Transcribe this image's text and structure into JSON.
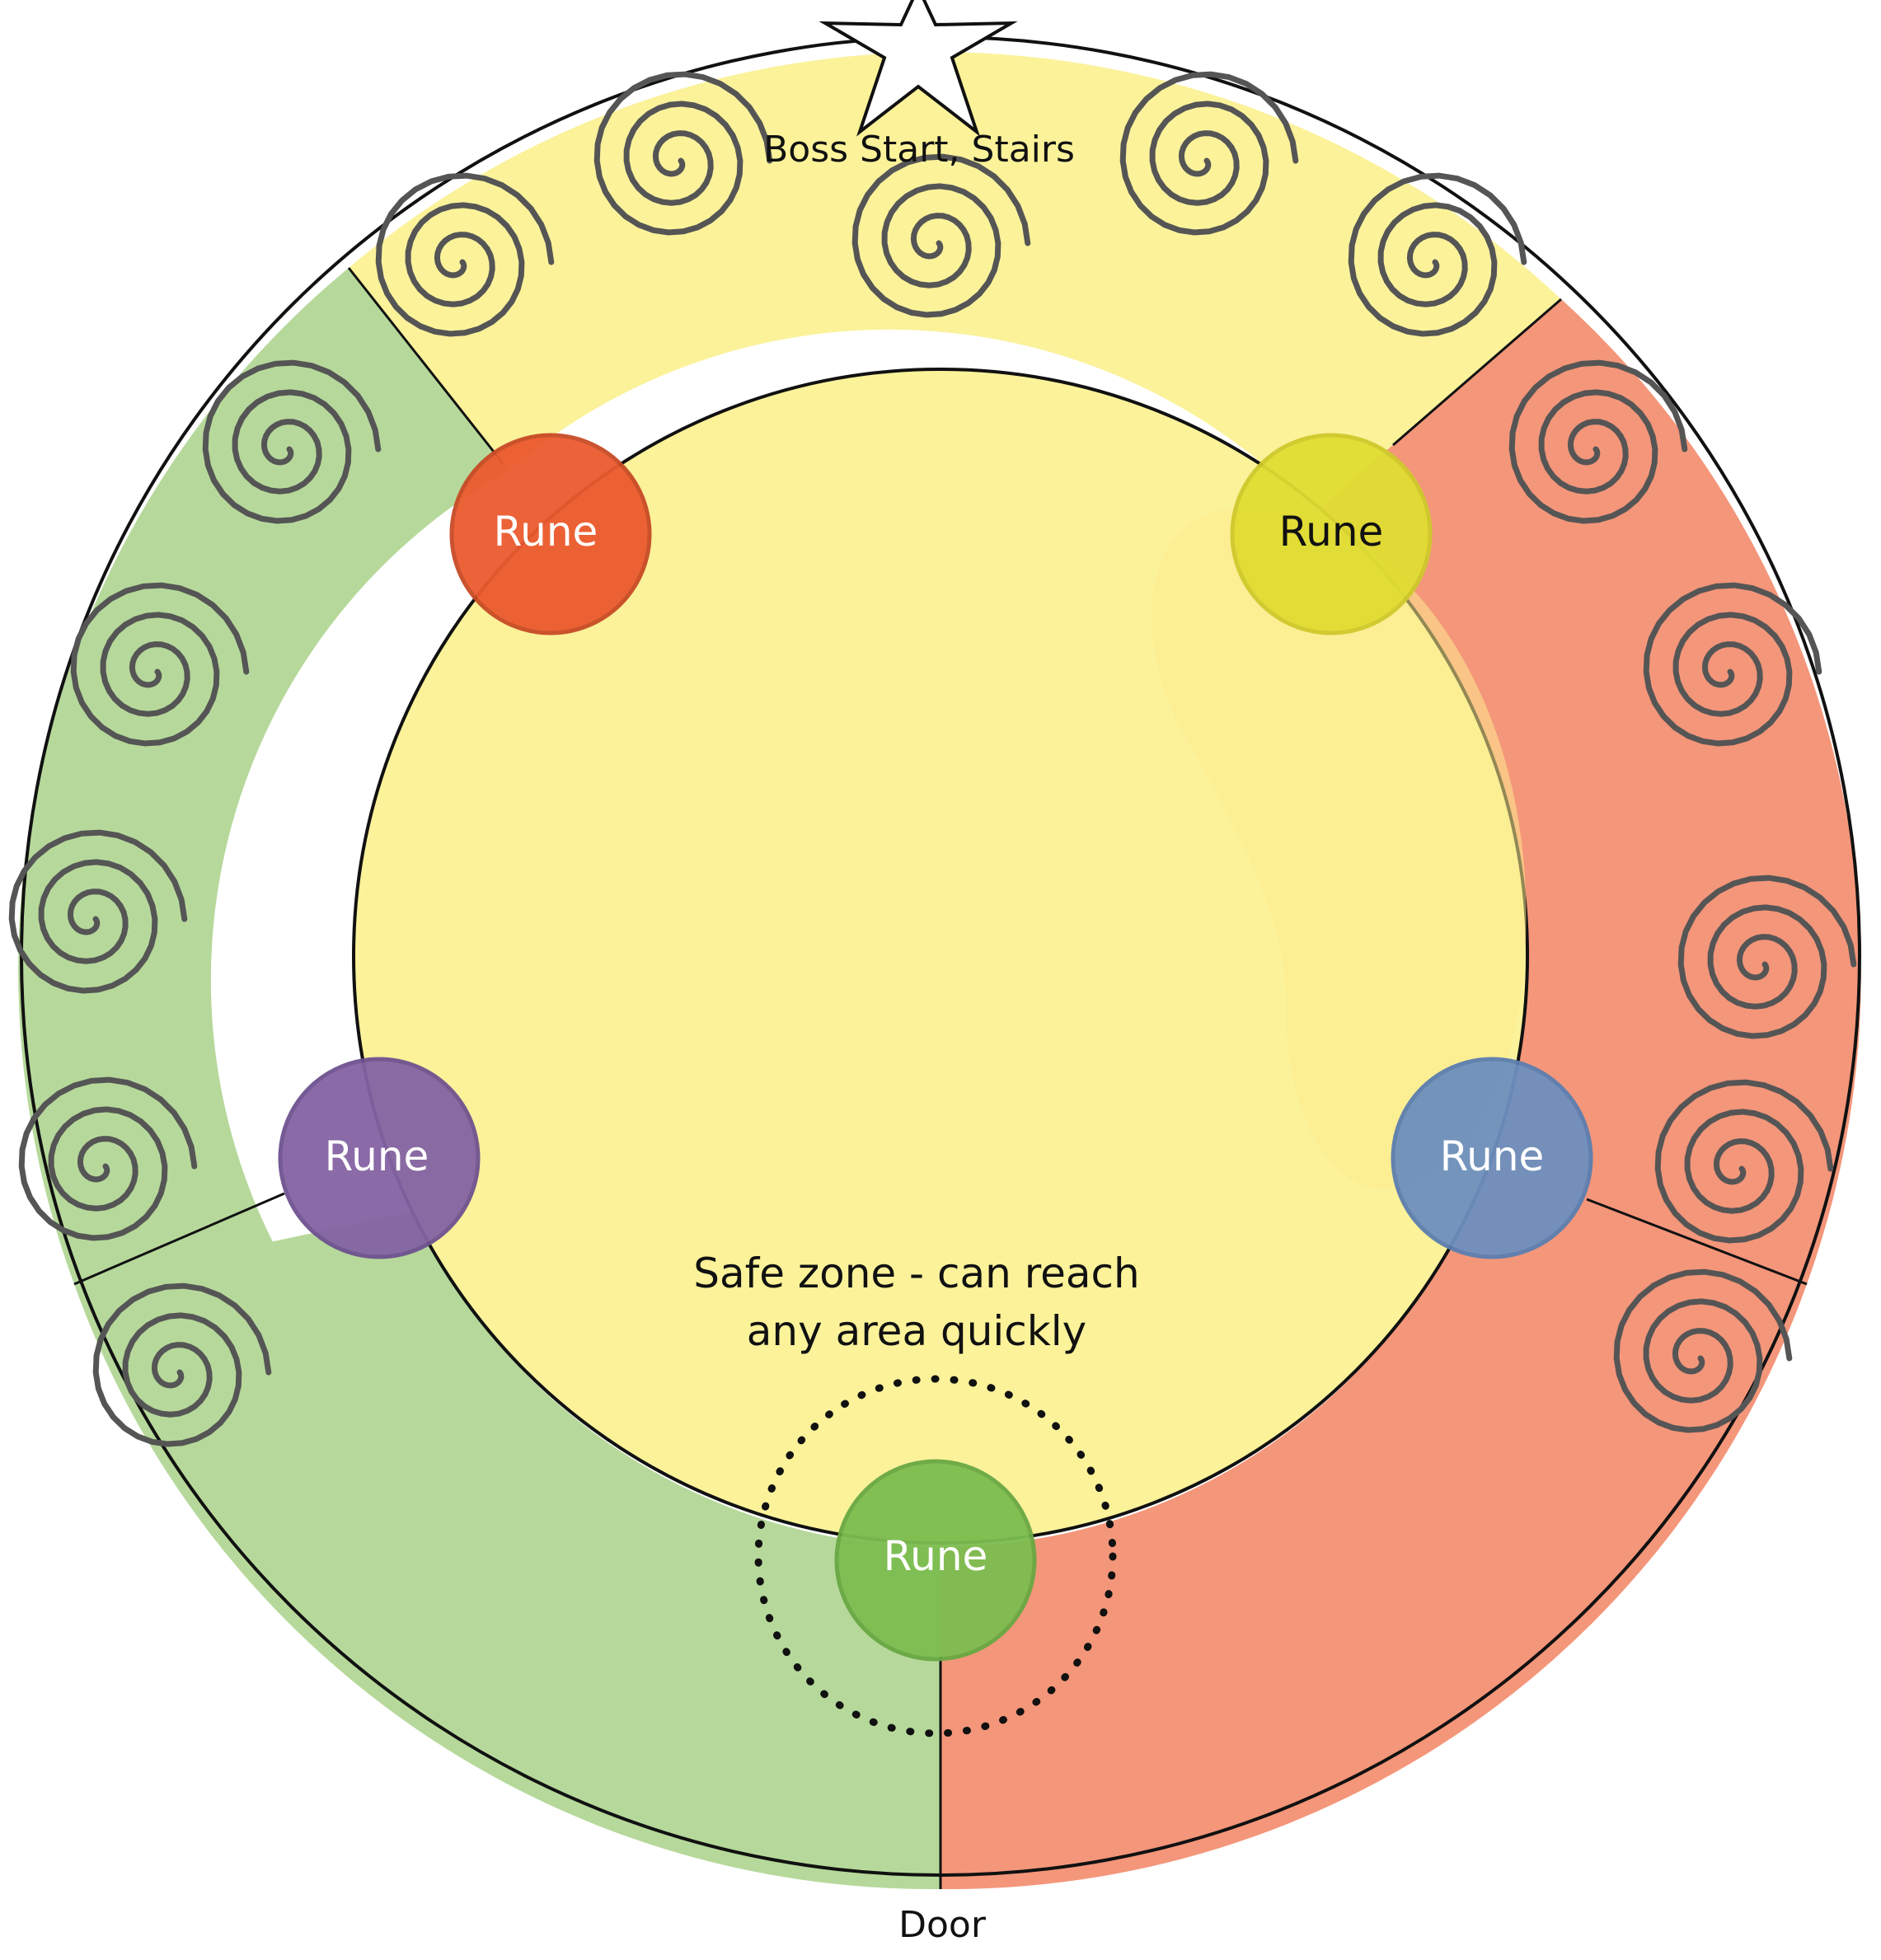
{
  "labels": {
    "boss_start": "Boss Start, Stairs",
    "safe_zone_line1": "Safe zone - can reach",
    "safe_zone_line2": "any area quickly",
    "door": "Door"
  },
  "runes": [
    {
      "label": "Rune",
      "color": "#ec5a2f",
      "text_color": "#ffffff"
    },
    {
      "label": "Rune",
      "color": "#e0dd32",
      "text_color": "#111111"
    },
    {
      "label": "Rune",
      "color": "#8463a3",
      "text_color": "#ffffff"
    },
    {
      "label": "Rune",
      "color": "#6d8fbe",
      "text_color": "#ffffff"
    },
    {
      "label": "Rune",
      "color": "#7cbd50",
      "text_color": "#ffffff"
    }
  ],
  "colors": {
    "yellow_zone": "#fbf29a",
    "green_zone": "#b6d99b",
    "red_zone": "#f4967a",
    "outline": "#111111",
    "spiral": "#555555"
  },
  "icons": {
    "star": "star-icon",
    "spiral": "spiral-icon"
  }
}
